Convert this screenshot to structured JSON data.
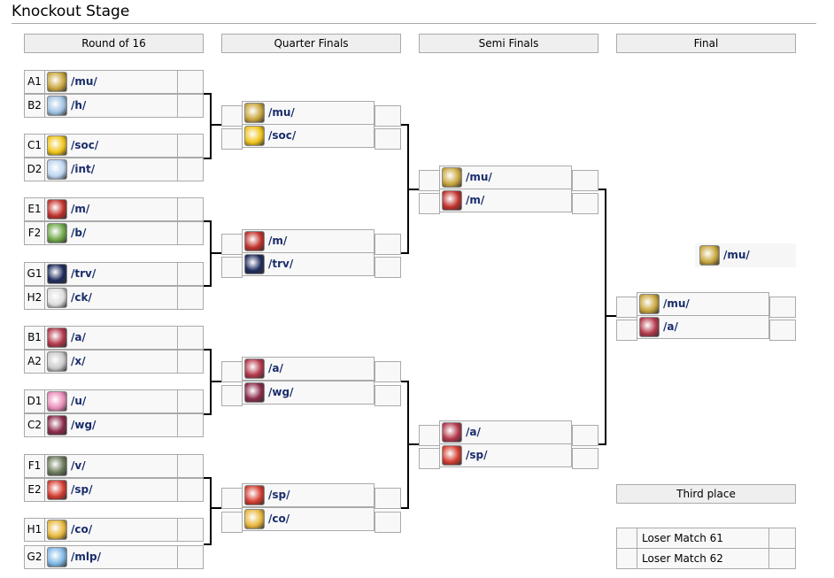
{
  "page": {
    "title": "Knockout Stage"
  },
  "headers": [
    "Round of 16",
    "Quarter Finals",
    "Semi Finals",
    "Final"
  ],
  "third_place": {
    "header": "Third place",
    "rows": [
      "Loser Match 61",
      "Loser Match 62"
    ]
  },
  "round16": [
    {
      "seed": "A1",
      "team": "/mu/",
      "logo": "#c8a53c"
    },
    {
      "seed": "B2",
      "team": "/h/",
      "logo": "#9fc2e3"
    },
    {
      "seed": "C1",
      "team": "/soc/",
      "logo": "#f0c419"
    },
    {
      "seed": "D2",
      "team": "/int/",
      "logo": "#bcd4ef"
    },
    {
      "seed": "E1",
      "team": "/m/",
      "logo": "#c0302a"
    },
    {
      "seed": "F2",
      "team": "/b/",
      "logo": "#6fa84a"
    },
    {
      "seed": "G1",
      "team": "/trv/",
      "logo": "#1d2a5c"
    },
    {
      "seed": "H2",
      "team": "/ck/",
      "logo": "#dddddd"
    },
    {
      "seed": "B1",
      "team": "/a/",
      "logo": "#b3364a"
    },
    {
      "seed": "A2",
      "team": "/x/",
      "logo": "#c9c9c9"
    },
    {
      "seed": "D1",
      "team": "/u/",
      "logo": "#e98bb8"
    },
    {
      "seed": "C2",
      "team": "/wg/",
      "logo": "#8a2a4a"
    },
    {
      "seed": "F1",
      "team": "/v/",
      "logo": "#6b7a5a"
    },
    {
      "seed": "E2",
      "team": "/sp/",
      "logo": "#d33b2f"
    },
    {
      "seed": "H1",
      "team": "/co/",
      "logo": "#e7b73a"
    },
    {
      "seed": "G2",
      "team": "/mlp/",
      "logo": "#7fb7e6"
    }
  ],
  "quarter": [
    {
      "team": "/mu/",
      "logo": "#c8a53c"
    },
    {
      "team": "/soc/",
      "logo": "#f0c419"
    },
    {
      "team": "/m/",
      "logo": "#c0302a"
    },
    {
      "team": "/trv/",
      "logo": "#1d2a5c"
    },
    {
      "team": "/a/",
      "logo": "#b3364a"
    },
    {
      "team": "/wg/",
      "logo": "#8a2a4a"
    },
    {
      "team": "/sp/",
      "logo": "#d33b2f"
    },
    {
      "team": "/co/",
      "logo": "#e7b73a"
    }
  ],
  "semi": [
    {
      "team": "/mu/",
      "logo": "#c8a53c"
    },
    {
      "team": "/m/",
      "logo": "#c0302a"
    },
    {
      "team": "/a/",
      "logo": "#b3364a"
    },
    {
      "team": "/sp/",
      "logo": "#d33b2f"
    }
  ],
  "final": [
    {
      "team": "/mu/",
      "logo": "#c8a53c"
    },
    {
      "team": "/a/",
      "logo": "#b3364a"
    }
  ],
  "champion": {
    "team": "/mu/",
    "logo": "#c8a53c"
  }
}
